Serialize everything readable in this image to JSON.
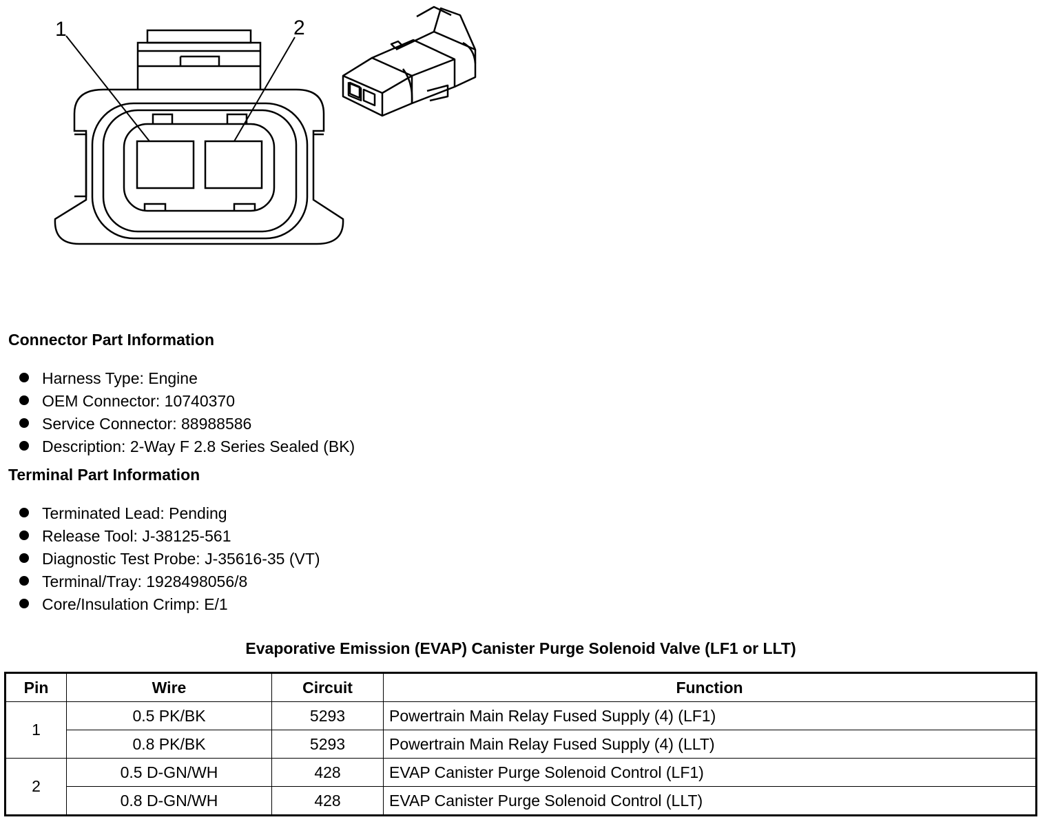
{
  "diagram": {
    "pin_labels": [
      "1",
      "2"
    ],
    "face_view_icon": "connector-face-view",
    "iso_view_icon": "connector-isometric-view"
  },
  "connector_info": {
    "heading": "Connector Part Information",
    "items": [
      "Harness Type: Engine",
      "OEM Connector: 10740370",
      "Service Connector: 88988586",
      "Description: 2-Way F 2.8 Series Sealed (BK)"
    ]
  },
  "terminal_info": {
    "heading": "Terminal Part Information",
    "items": [
      "Terminated Lead: Pending",
      "Release Tool: J-38125-561",
      "Diagnostic Test Probe: J-35616-35 (VT)",
      "Terminal/Tray: 1928498056/8",
      "Core/Insulation Crimp: E/1"
    ]
  },
  "table": {
    "title": "Evaporative Emission (EVAP) Canister Purge Solenoid Valve (LF1 or LLT)",
    "headers": [
      "Pin",
      "Wire",
      "Circuit",
      "Function"
    ],
    "groups": [
      {
        "pin": "1",
        "rows": [
          {
            "wire": "0.5 PK/BK",
            "circuit": "5293",
            "function": "Powertrain Main Relay Fused Supply (4) (LF1)"
          },
          {
            "wire": "0.8 PK/BK",
            "circuit": "5293",
            "function": "Powertrain Main Relay Fused Supply (4) (LLT)"
          }
        ]
      },
      {
        "pin": "2",
        "rows": [
          {
            "wire": "0.5 D-GN/WH",
            "circuit": "428",
            "function": "EVAP Canister Purge Solenoid Control (LF1)"
          },
          {
            "wire": "0.8 D-GN/WH",
            "circuit": "428",
            "function": "EVAP Canister Purge Solenoid Control (LLT)"
          }
        ]
      }
    ]
  }
}
